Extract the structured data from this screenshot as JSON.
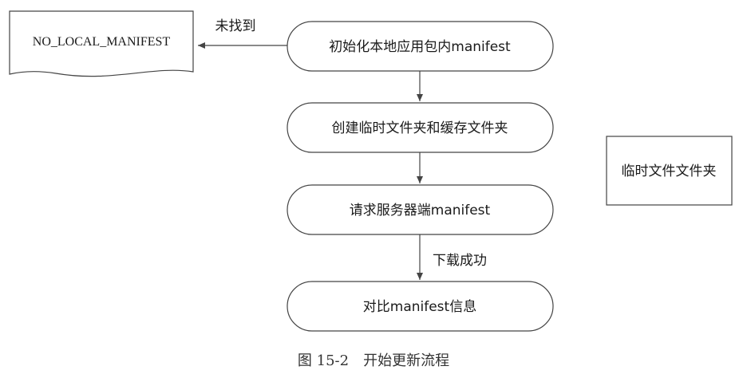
{
  "nodes": {
    "init": "初始化本地应用包内manifest",
    "create_folders": "创建临时文件夹和缓存文件夹",
    "request": "请求服务器端manifest",
    "compare": "对比manifest信息",
    "no_local": "NO_LOCAL_MANIFEST",
    "temp_folder": "临时文件文件夹"
  },
  "edges": {
    "not_found": "未找到",
    "download_ok": "下载成功"
  },
  "caption": "图 15-2　开始更新流程"
}
